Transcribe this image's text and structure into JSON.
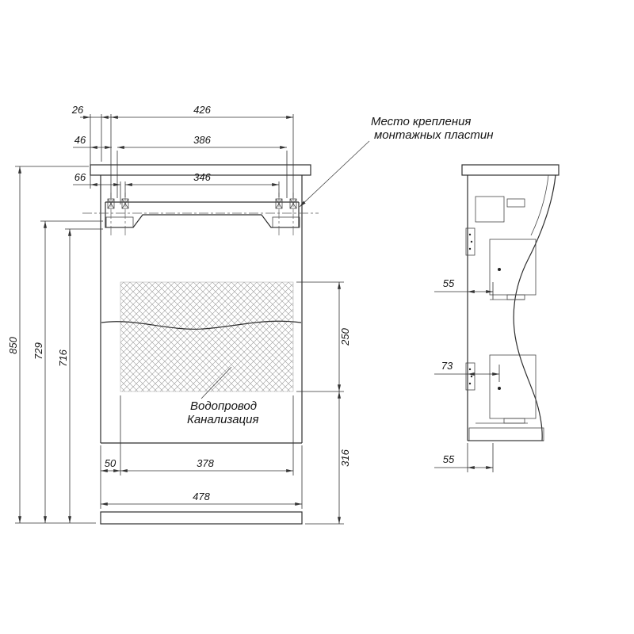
{
  "front_view": {
    "dims": {
      "offset_26": "26",
      "span_426": "426",
      "offset_46": "46",
      "span_386": "386",
      "offset_66": "66",
      "span_346": "346",
      "height_850": "850",
      "height_729": "729",
      "height_716": "716",
      "drawer_250": "250",
      "bottom_316": "316",
      "inset_50": "50",
      "span_378": "378",
      "width_478": "478"
    },
    "notes": {
      "mounting_line1": "Место крепления",
      "mounting_line2": "монтажных пластин",
      "plumbing_line1": "Водопровод",
      "plumbing_line2": "Канализация"
    }
  },
  "side_view": {
    "dims": {
      "top_55": "55",
      "mid_73": "73",
      "bottom_55": "55"
    }
  },
  "colors": {
    "line": "#2e2e2e",
    "hatch": "#999999",
    "background": "#ffffff"
  }
}
